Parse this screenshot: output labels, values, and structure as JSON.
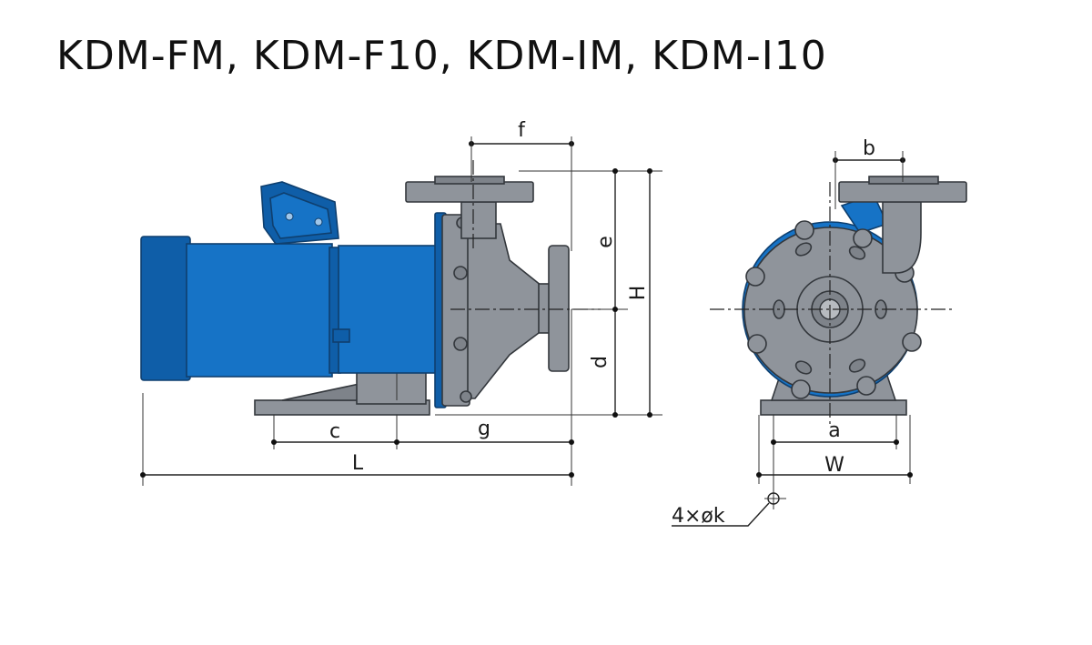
{
  "title": "KDM-FM, KDM-F10, KDM-IM, KDM-I10",
  "colors": {
    "motor_blue": "#1673c6",
    "casing_gray": "#8f949b",
    "outline": "#33373c"
  },
  "dimensions": {
    "side_view": {
      "f": "f",
      "e": "e",
      "H": "H",
      "d": "d",
      "c": "c",
      "g": "g",
      "L": "L"
    },
    "front_view": {
      "b": "b",
      "a": "a",
      "W": "W",
      "bolt_holes": "4×øk"
    }
  }
}
